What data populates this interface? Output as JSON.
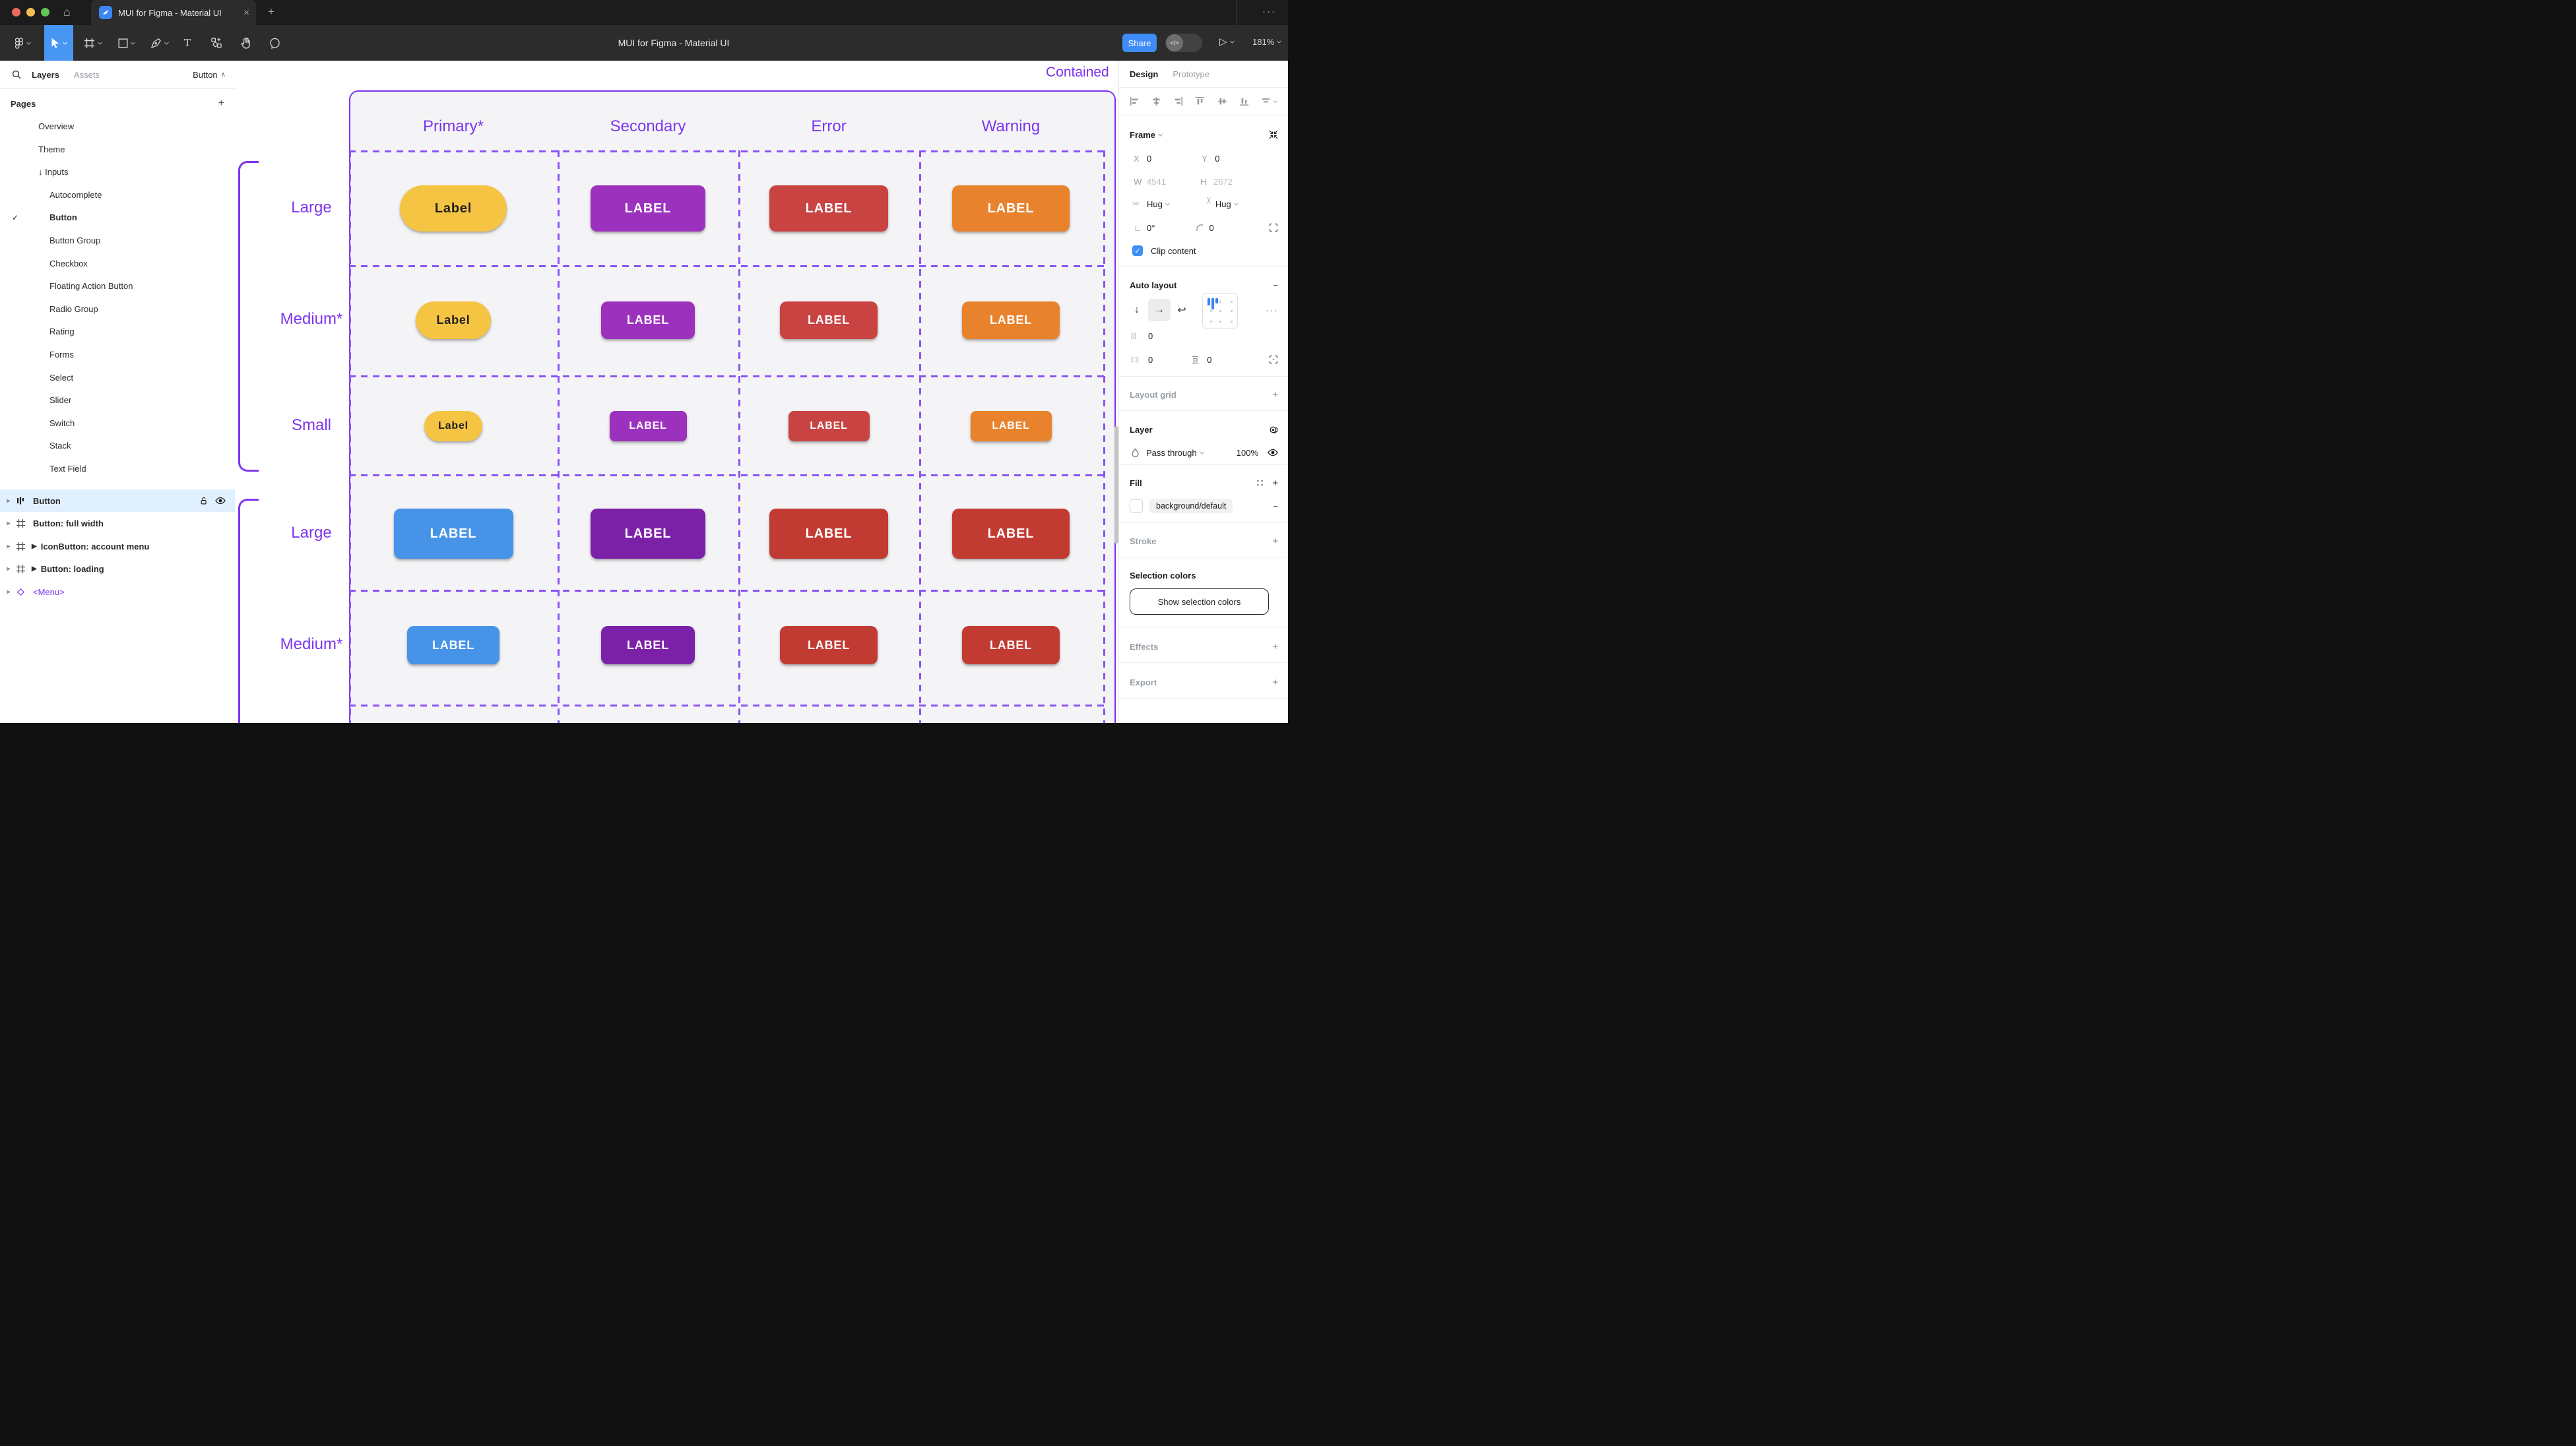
{
  "icons": {
    "home": "⌂",
    "close": "×",
    "new_tab": "+",
    "more": "···",
    "present": "▷",
    "check": "✓",
    "chevron_up": "∧",
    "arrow_down": "↓",
    "arrow_right": "→",
    "wrap": "↩",
    "angle": "∟",
    "resize_h": "><",
    "gap": "]|[",
    "padding_h": "|□|",
    "play": "▶",
    "caret": "▸",
    "dots": "∷",
    "minus": "−",
    "plus": "+",
    "devmode": "</>"
  },
  "colors": {
    "traffic_lights": [
      "#ec6a5e",
      "#f5bf4f",
      "#61c554"
    ],
    "accent_blue": "#3e8cf7",
    "figma_purple": "#7c30f0"
  },
  "titlebar": {
    "tab_title": "MUI for Figma - Material UI"
  },
  "toolbar": {
    "doc_title": "MUI for Figma - Material UI",
    "share_label": "Share",
    "zoom_level": "181%"
  },
  "left_sidebar": {
    "tabs": [
      {
        "label": "Layers"
      },
      {
        "label": "Assets"
      }
    ],
    "selector_label": "Button",
    "pages_title": "Pages",
    "pages": [
      {
        "label": "Overview",
        "level": 1
      },
      {
        "label": "Theme",
        "level": 1
      },
      {
        "label": "Inputs",
        "level": 1,
        "prefix": "↓"
      },
      {
        "label": "Autocomplete",
        "level": 2
      },
      {
        "label": "Button",
        "level": 2,
        "checked": true,
        "bold": true
      },
      {
        "label": "Button Group",
        "level": 2
      },
      {
        "label": "Checkbox",
        "level": 2
      },
      {
        "label": "Floating Action Button",
        "level": 2
      },
      {
        "label": "Radio Group",
        "level": 2
      },
      {
        "label": "Rating",
        "level": 2
      },
      {
        "label": "Forms",
        "level": 2
      },
      {
        "label": "Select",
        "level": 2
      },
      {
        "label": "Slider",
        "level": 2
      },
      {
        "label": "Switch",
        "level": 2
      },
      {
        "label": "Stack",
        "level": 2
      },
      {
        "label": "Text Field",
        "level": 2
      }
    ],
    "layers": [
      {
        "label": "Button",
        "icon": "autolayout",
        "selected": true
      },
      {
        "label": "Button: full width",
        "icon": "frame"
      },
      {
        "label": "IconButton: account menu",
        "icon": "frame",
        "play": true
      },
      {
        "label": "Button: loading",
        "icon": "frame",
        "play": true
      },
      {
        "label": "<Menu>",
        "icon": "diamond",
        "purple": true
      }
    ]
  },
  "right_sidebar": {
    "tabs": [
      {
        "label": "Design"
      },
      {
        "label": "Prototype"
      }
    ],
    "frame": {
      "title": "Frame",
      "x_label": "X",
      "x": "0",
      "y_label": "Y",
      "y": "0",
      "w_label": "W",
      "w": "4541",
      "h_label": "H",
      "h": "2672",
      "h_sizing": "Hug",
      "v_sizing": "Hug",
      "rotation": "0°",
      "radius": "0",
      "clip_label": "Clip content"
    },
    "auto_layout": {
      "title": "Auto layout",
      "gap": "0",
      "padding_h": "0",
      "padding_v": "0"
    },
    "layout_grid": {
      "title": "Layout grid"
    },
    "layer": {
      "title": "Layer",
      "blend": "Pass through",
      "opacity": "100%"
    },
    "fill": {
      "title": "Fill",
      "value": "background/default"
    },
    "stroke": {
      "title": "Stroke"
    },
    "selection_colors": {
      "title": "Selection colors",
      "button": "Show selection colors"
    },
    "effects": {
      "title": "Effects"
    },
    "export": {
      "title": "Export"
    }
  },
  "canvas": {
    "frame_label": "Contained",
    "columns": [
      "Primary*",
      "Secondary",
      "Error",
      "Warning"
    ],
    "rows": [
      {
        "label": "Large",
        "buttons": [
          {
            "text": "Label",
            "bg": "#f5c443",
            "fg": "#1f1f1f"
          },
          {
            "text": "LABEL",
            "bg": "#9c31be",
            "fg": "#ffffff"
          },
          {
            "text": "LABEL",
            "bg": "#c84342",
            "fg": "#ffffff"
          },
          {
            "text": "LABEL",
            "bg": "#e8822d",
            "fg": "#ffffff"
          }
        ]
      },
      {
        "label": "Medium*",
        "buttons": [
          {
            "text": "Label",
            "bg": "#f5c443",
            "fg": "#1f1f1f"
          },
          {
            "text": "LABEL",
            "bg": "#9c31be",
            "fg": "#ffffff"
          },
          {
            "text": "LABEL",
            "bg": "#c84342",
            "fg": "#ffffff"
          },
          {
            "text": "LABEL",
            "bg": "#e8822d",
            "fg": "#ffffff"
          }
        ]
      },
      {
        "label": "Small",
        "buttons": [
          {
            "text": "Label",
            "bg": "#f5c443",
            "fg": "#1f1f1f"
          },
          {
            "text": "LABEL",
            "bg": "#9c31be",
            "fg": "#ffffff"
          },
          {
            "text": "LABEL",
            "bg": "#c84342",
            "fg": "#ffffff"
          },
          {
            "text": "LABEL",
            "bg": "#e8822d",
            "fg": "#ffffff"
          }
        ]
      },
      {
        "label": "Large",
        "buttons": [
          {
            "text": "LABEL",
            "bg": "#4793e8",
            "fg": "#ffffff"
          },
          {
            "text": "LABEL",
            "bg": "#7b21a8",
            "fg": "#ffffff"
          },
          {
            "text": "LABEL",
            "bg": "#c23b32",
            "fg": "#ffffff"
          },
          {
            "text": "LABEL",
            "bg": "#c23b32",
            "fg": "#ffffff"
          }
        ]
      },
      {
        "label": "Medium*",
        "buttons": [
          {
            "text": "LABEL",
            "bg": "#4793e8",
            "fg": "#ffffff"
          },
          {
            "text": "LABEL",
            "bg": "#7b21a8",
            "fg": "#ffffff"
          },
          {
            "text": "LABEL",
            "bg": "#c23b32",
            "fg": "#ffffff"
          },
          {
            "text": "LABEL",
            "bg": "#c23b32",
            "fg": "#ffffff"
          }
        ]
      }
    ]
  }
}
